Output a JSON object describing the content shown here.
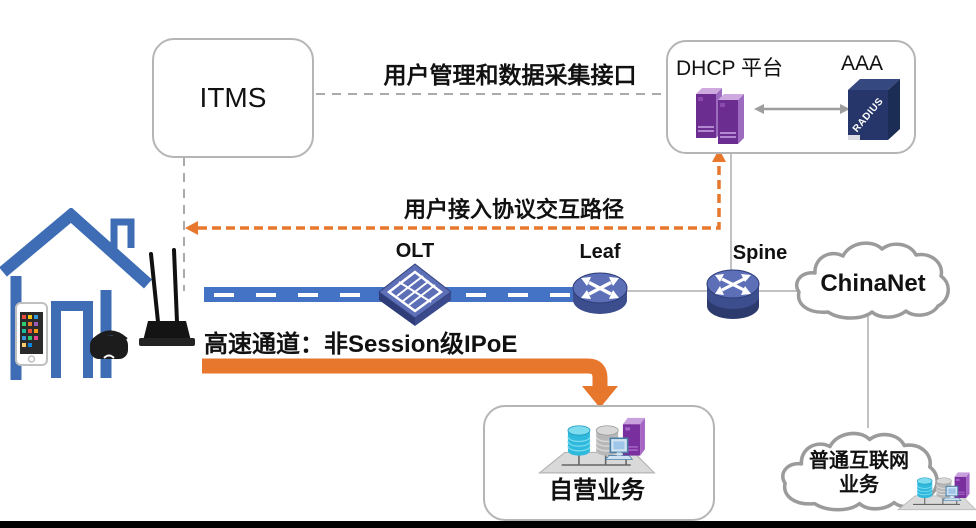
{
  "diagram": {
    "labels": {
      "top_interface": "用户管理和数据采集接口",
      "access_path": "用户接入协议交互路径",
      "fast_channel": "高速通道：非Session级IPoE"
    },
    "nodes": {
      "itms": "ITMS",
      "dhcp": "DHCP 平台",
      "aaa": "AAA",
      "radius": "RADIUS",
      "olt": "OLT",
      "leaf": "Leaf",
      "spine": "Spine",
      "chinanet": "ChinaNet",
      "self_business": "自营业务",
      "internet_business_line1": "普通互联网",
      "internet_business_line2": "业务"
    },
    "colors": {
      "accent_orange": "#E8772E",
      "channel_blue": "#4472C4",
      "house_blue": "#3E6DB5",
      "device_blue": "#5C6FB7",
      "server_purple": "#6B2D90",
      "server_navy": "#26366B",
      "line_gray": "#ABABAB"
    }
  }
}
